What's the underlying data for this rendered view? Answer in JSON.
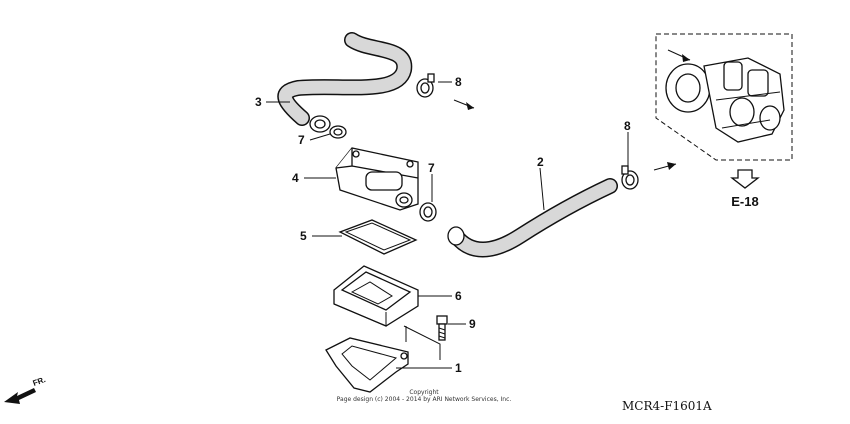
{
  "callouts": {
    "c1": "1",
    "c2": "2",
    "c3": "3",
    "c4": "4",
    "c5": "5",
    "c6": "6",
    "c7a": "7",
    "c7b": "7",
    "c8a": "8",
    "c8b": "8",
    "c9": "9"
  },
  "reference_label": "E-18",
  "fr_label": "FR.",
  "diagram_code": "MCR4-F1601A",
  "copyright_line1": "Copyright",
  "copyright_line2": "Page design (c) 2004 - 2014 by ARI Network Services, Inc.",
  "icons": {
    "front_arrow": "fr-arrow-icon",
    "reference_arrow": "down-arrow-icon",
    "direction_arrow": "direction-arrow-icon"
  },
  "colors": {
    "ink": "#111111",
    "background": "#ffffff",
    "hose_fill": "#d8d8d8"
  }
}
